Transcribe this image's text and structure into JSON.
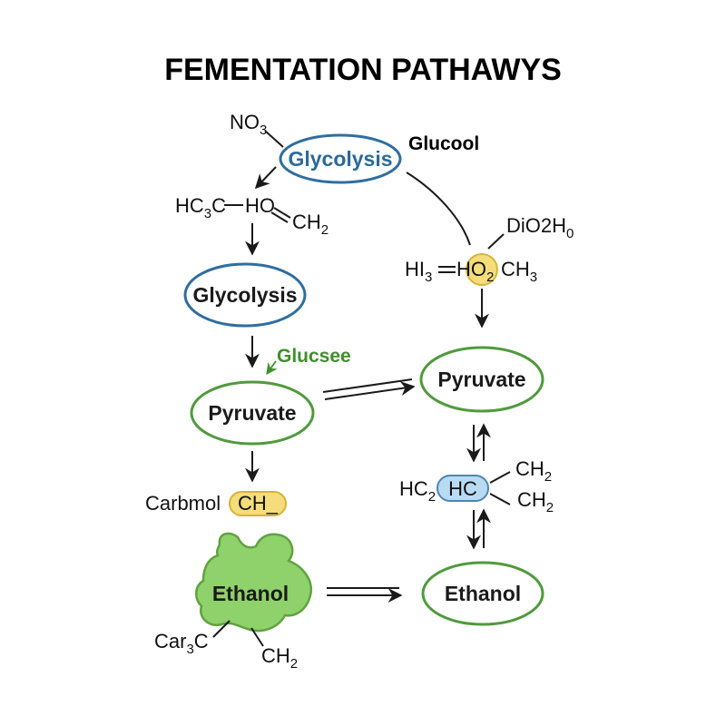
{
  "title": "FEMENTATION PATHAWYS",
  "colors": {
    "blue_outline": "#2f6e9e",
    "blue_text": "#2b6a98",
    "green_outline": "#4f9a3c",
    "green_text": "#3f8f2c",
    "amoeba_fill": "#8fd16a",
    "amoeba_stroke": "#5fa33f",
    "yellow_fill": "#f4dd7a",
    "yellow_stroke": "#d7b43a",
    "hc_fill": "#b9dbf2",
    "hc_stroke": "#4d86b3",
    "line": "#1a1a1a"
  },
  "nodes": {
    "glycolysis_top": "Glycolysis",
    "glycolysis_mid": "Glycolysis",
    "pyruvate_left": "Pyruvate",
    "pyruvate_right": "Pyruvate",
    "ethanol_left": "Ethanol",
    "ethanol_right": "Ethanol"
  },
  "labels": {
    "glucool": "Glucool",
    "glucsee": "Glucsee"
  },
  "chem": {
    "no3": {
      "base": "NO",
      "sub": "3"
    },
    "hc3c": {
      "a": "HC",
      "sub": "3",
      "b": "C",
      "c": "HO",
      "d": "CH",
      "sub2": "2"
    },
    "dio2h0": {
      "base": "DiO2H",
      "sub": "0"
    },
    "hi3": {
      "a": "HI",
      "sub": "3",
      "b": "HO",
      "sub2": "2",
      "c": "CH",
      "sub3": "3"
    },
    "carbmol": {
      "text": "Carbmol",
      "tag": "CH_"
    },
    "hc2": {
      "a": "HC",
      "sub": "2",
      "mid": "HC"
    },
    "ch2_a": {
      "base": "CH",
      "sub": "2"
    },
    "ch2_b": {
      "base": "CH",
      "sub": "2"
    },
    "car3c": {
      "a": "Car",
      "sub": "3",
      "b": "C"
    },
    "ch2_c": {
      "base": "CH",
      "sub": "2"
    }
  }
}
